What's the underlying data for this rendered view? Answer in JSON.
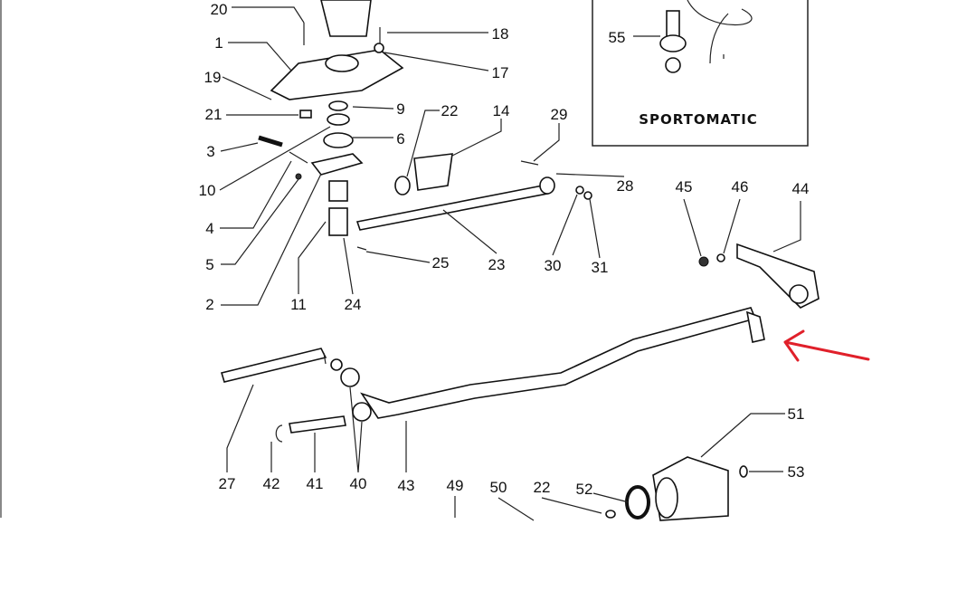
{
  "diagram": {
    "title": "Gear shift linkage exploded parts diagram",
    "inset_brand": "SPORTOMATIC",
    "labels": [
      "20",
      "1",
      "19",
      "21",
      "3",
      "10",
      "4",
      "5",
      "2",
      "11",
      "24",
      "25",
      "23",
      "30",
      "31",
      "28",
      "29",
      "14",
      "22",
      "9",
      "6",
      "18",
      "17",
      "55",
      "45",
      "46",
      "44",
      "27",
      "42",
      "41",
      "40",
      "43",
      "49",
      "50",
      "22",
      "52",
      "51",
      "53"
    ],
    "annotation_color": "#e0202a"
  }
}
